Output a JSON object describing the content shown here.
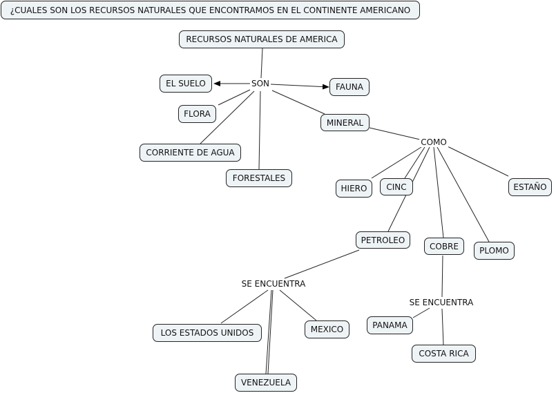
{
  "title": "¿CUALES SON LOS RECURSOS NATURALES QUE ENCONTRAMOS EN EL CONTINENTE AMERICANO",
  "concepts": {
    "root": "RECURSOS NATURALES DE AMERICA",
    "suelo": "EL SUELO",
    "fauna": "FAUNA",
    "flora": "FLORA",
    "agua": "CORRIENTE DE AGUA",
    "forestales": "FORESTALES",
    "mineral": "MINERAL",
    "hiero": "HIERO",
    "cinc": "CINC",
    "estano": "ESTAÑO",
    "petroleo": "PETROLEO",
    "cobre": "COBRE",
    "plomo": "PLOMO",
    "eeuu": "LOS ESTADOS UNIDOS",
    "mexico": "MEXICO",
    "venezuela": "VENEZUELA",
    "panama": "PANAMA",
    "costarica": "COSTA RICA"
  },
  "linking_phrases": {
    "son": "SON",
    "como": "COMO",
    "se_encuentra_1": "SE ENCUENTRA",
    "se_encuentra_2": "SE ENCUENTRA"
  },
  "colors": {
    "node_fill": "#eef3f6",
    "border": "#222222"
  }
}
